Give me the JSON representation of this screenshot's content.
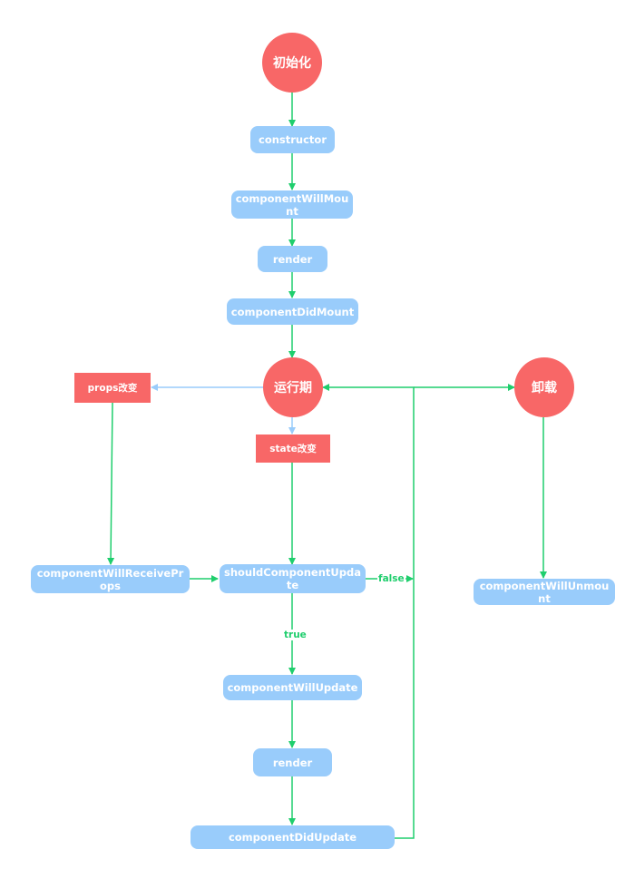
{
  "nodes": {
    "init": "初始化",
    "constructor": "constructor",
    "componentWillMount": "componentWillMount",
    "render1": "render",
    "componentDidMount": "componentDidMount",
    "running": "运行期",
    "unmount": "卸载",
    "propsChange": "props改变",
    "stateChange": "state改变",
    "componentWillReceiveProps": "componentWillReceiveProps",
    "shouldComponentUpdate": "shouldComponentUpdate",
    "componentWillUpdate": "componentWillUpdate",
    "render2": "render",
    "componentDidUpdate": "componentDidUpdate",
    "componentWillUnmount": "componentWillUnmount"
  },
  "edge_labels": {
    "false": "false",
    "true": "true"
  },
  "colors": {
    "circle": "#f86767",
    "rect": "#f86767",
    "pill": "#99ccfb",
    "edge_green": "#1fce6d",
    "edge_blue": "#99ccfb"
  }
}
